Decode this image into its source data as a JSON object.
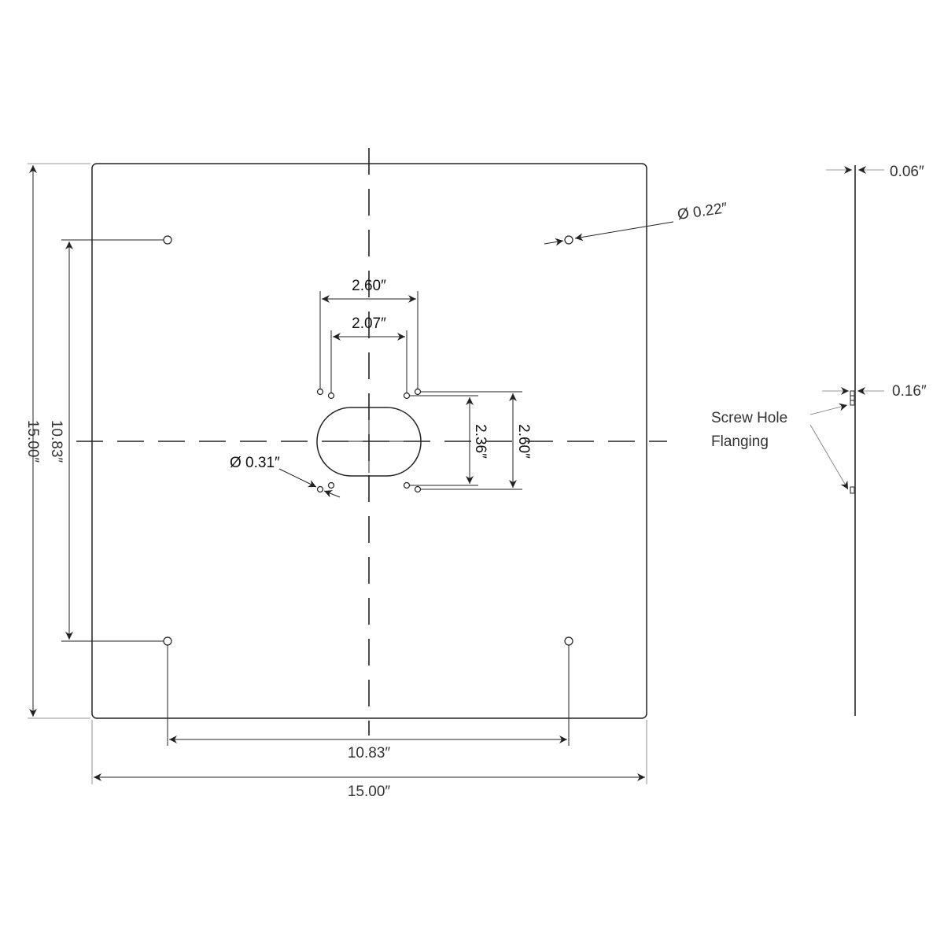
{
  "drawing": {
    "plate_width": "15.00″",
    "plate_height": "15.00″",
    "hole_spacing_horizontal": "10.83″",
    "hole_spacing_vertical": "10.83″",
    "corner_hole_diameter": "Ø 0.22″",
    "mount_hole_diameter": "Ø 0.31″",
    "outer_hole_spacing_horizontal": "2.60″",
    "inner_hole_spacing_horizontal": "2.07″",
    "inner_hole_spacing_vertical": "2.36″",
    "outer_hole_spacing_vertical": "2.60″",
    "side_view": {
      "thickness": "0.06″",
      "flange_depth": "0.16″",
      "flange_label_line1": "Screw Hole",
      "flange_label_line2": "Flanging"
    }
  }
}
